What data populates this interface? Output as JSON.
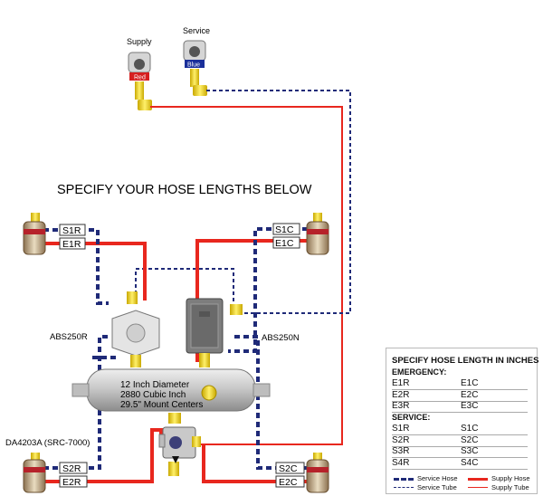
{
  "title": "SPECIFY YOUR HOSE LENGTHS BELOW",
  "supply_label": "Supply",
  "service_label": "Service",
  "supply_tag": "Red",
  "service_tag": "Blue",
  "labels": {
    "s1r": "S1R",
    "e1r": "E1R",
    "s1c": "S1C",
    "e1c": "E1C",
    "s2r": "S2R",
    "e2r": "E2R",
    "s2c": "S2C",
    "e2c": "E2C",
    "abs_left": "ABS250R",
    "abs_right": "ABS250N",
    "valve": "DA4203A  (SRC-7000)",
    "tank_line1": "12 Inch Diameter",
    "tank_line2": "2880 Cubic Inch",
    "tank_line3": "29.5\" Mount Centers"
  },
  "legend": {
    "title": "SPECIFY HOSE LENGTH IN INCHES",
    "emergency": "EMERGENCY:",
    "service": "SERVICE:",
    "emergency_rows": [
      [
        "E1R",
        "E1C"
      ],
      [
        "E2R",
        "E2C"
      ],
      [
        "E3R",
        "E3C"
      ]
    ],
    "service_rows": [
      [
        "S1R",
        "S1C"
      ],
      [
        "S2R",
        "S2C"
      ],
      [
        "S3R",
        "S3C"
      ],
      [
        "S4R",
        "S4C"
      ]
    ],
    "key_service_hose": "Service Hose",
    "key_service_tube": "Service Tube",
    "key_supply_hose": "Supply Hose",
    "key_supply_tube": "Supply Tube"
  },
  "colors": {
    "supply": "#e8271e",
    "service": "#1f2a78",
    "fitting": "#f2d31b"
  }
}
